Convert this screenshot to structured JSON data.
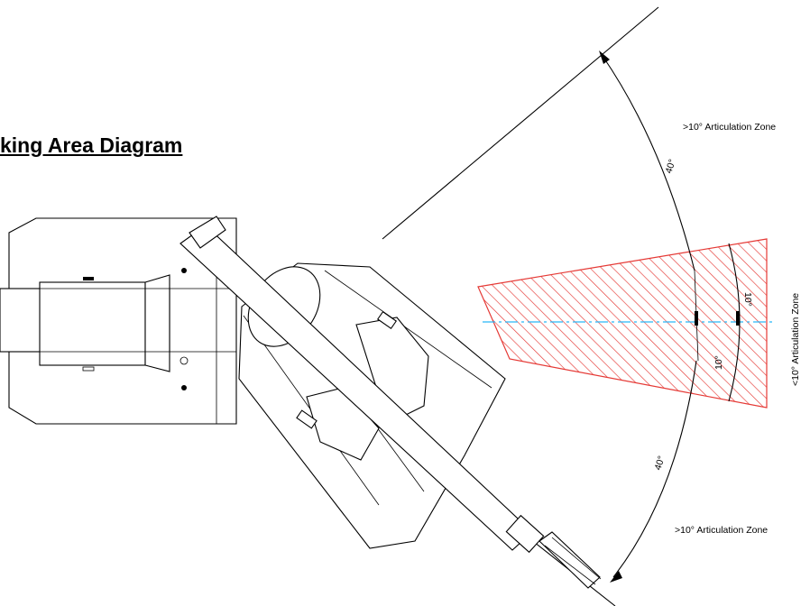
{
  "diagram": {
    "title": "king Area Diagram",
    "zones": {
      "upper": ">10° Articulation Zone",
      "middle": "<10° Articulation Zone",
      "lower": ">10° Articulation Zone"
    },
    "angles": {
      "upper_sector": "40°",
      "lower_sector": "40°",
      "inner_upper": "10°",
      "inner_lower": "10°"
    },
    "colors": {
      "hatch": "#e53935",
      "centerline": "#29b6f6"
    }
  }
}
